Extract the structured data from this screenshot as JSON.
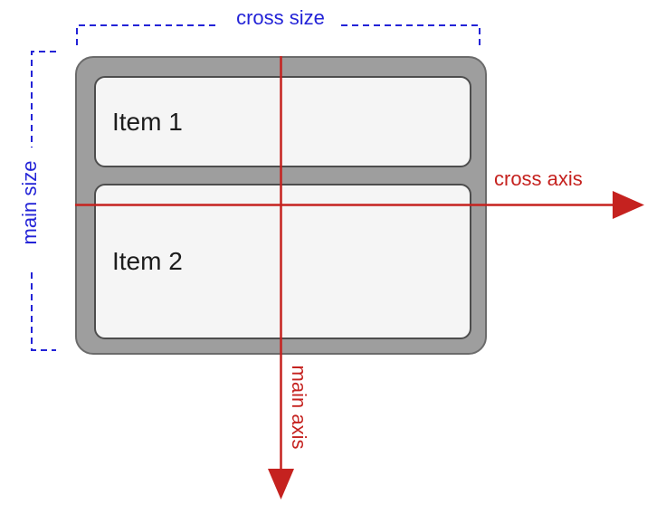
{
  "colors": {
    "page_bg": "#ffffff",
    "blue": "#2323d7",
    "red": "#c5221f",
    "container_fill": "#9e9e9e",
    "container_border": "#6b6b6b",
    "item_fill": "#f5f5f5",
    "item_border": "#4d4d4d",
    "item_text": "#1c1c1c"
  },
  "annotations": {
    "cross_size": "cross size",
    "main_size": "main size",
    "cross_axis": "cross axis",
    "main_axis": "main axis"
  },
  "container": {
    "items": [
      {
        "label": "Item 1"
      },
      {
        "label": "Item 2"
      }
    ]
  }
}
